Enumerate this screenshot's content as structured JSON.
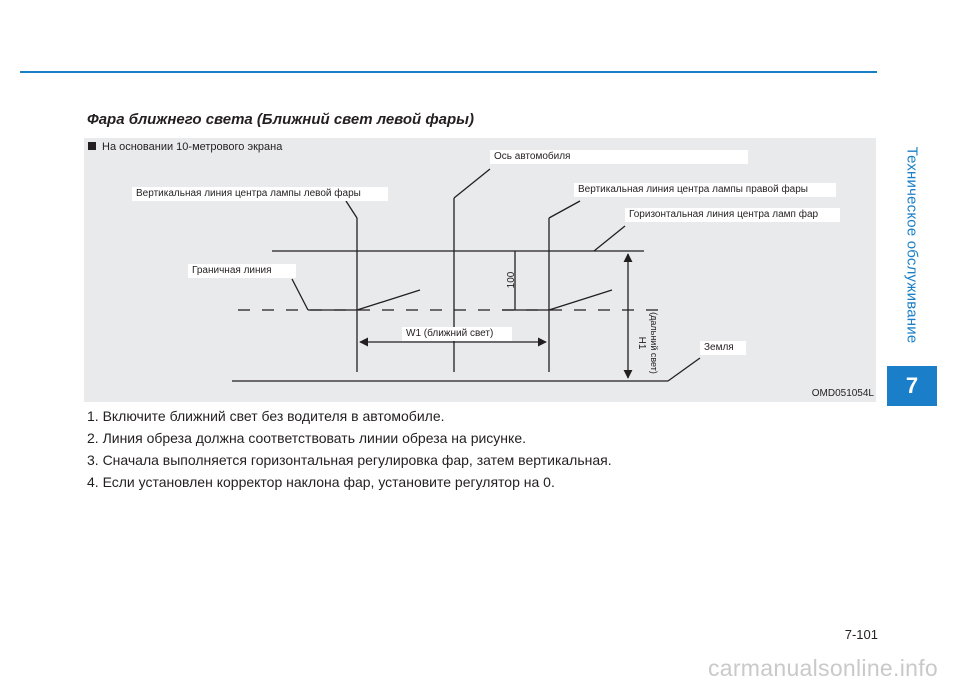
{
  "sidebar": {
    "section": "Техническое обслуживание",
    "chapter": "7"
  },
  "title": "Фара ближнего света (Ближний свет левой фары)",
  "figure": {
    "heading": "На основании 10-метрового экрана",
    "labels": {
      "car_axis": "Ось автомобиля",
      "left_vertical": "Вертикальная линия центра лампы левой фары",
      "right_vertical": "Вертикальная линия центра лампы правой фары",
      "horizontal": "Горизонтальная линия центра ламп фар",
      "boundary": "Граничная линия",
      "dim_100": "100",
      "w1": "W1 (ближний свет)",
      "h1": "H1",
      "h1_sub": "(дальний свет)",
      "ground": "Земля"
    },
    "code": "OMD051054L"
  },
  "steps": [
    "1. Включите ближний свет без водителя в автомобиле.",
    "2. Линия обреза должна соответствовать линии обреза на рисунке.",
    "3. Сначала выполняется горизонтальная регулировка фар, затем вертикальная.",
    "4. Если установлен корректор наклона фар, установите регулятор на 0."
  ],
  "page_number": "7-101",
  "watermark": "carmanualsonline.info"
}
